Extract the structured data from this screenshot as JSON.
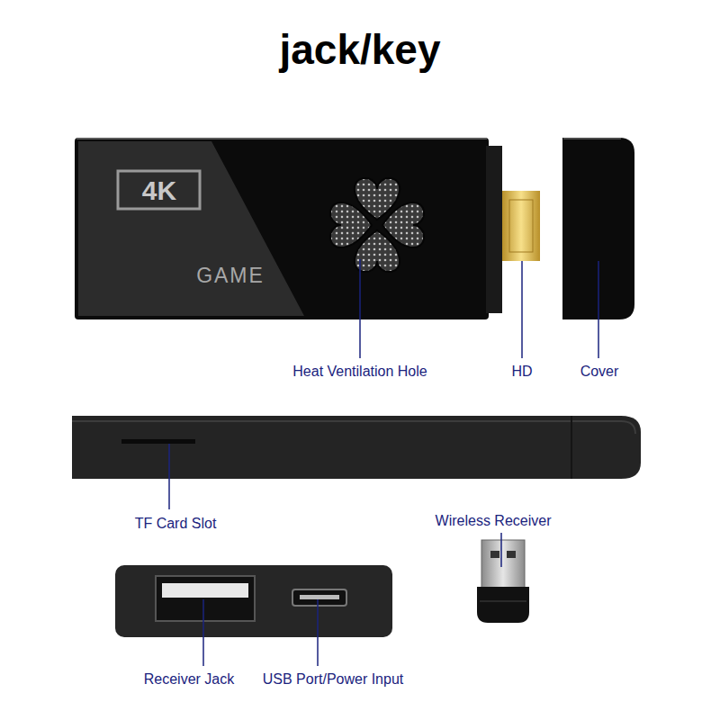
{
  "diagram": {
    "title": "jack/key",
    "labels": [
      "4K",
      "GAME",
      "Heat Ventilation Hole",
      "HD",
      "Cover",
      "TF Card Slot",
      "Wireless Receiver",
      "Receiver Jack",
      "USB Port/Power Input"
    ]
  }
}
